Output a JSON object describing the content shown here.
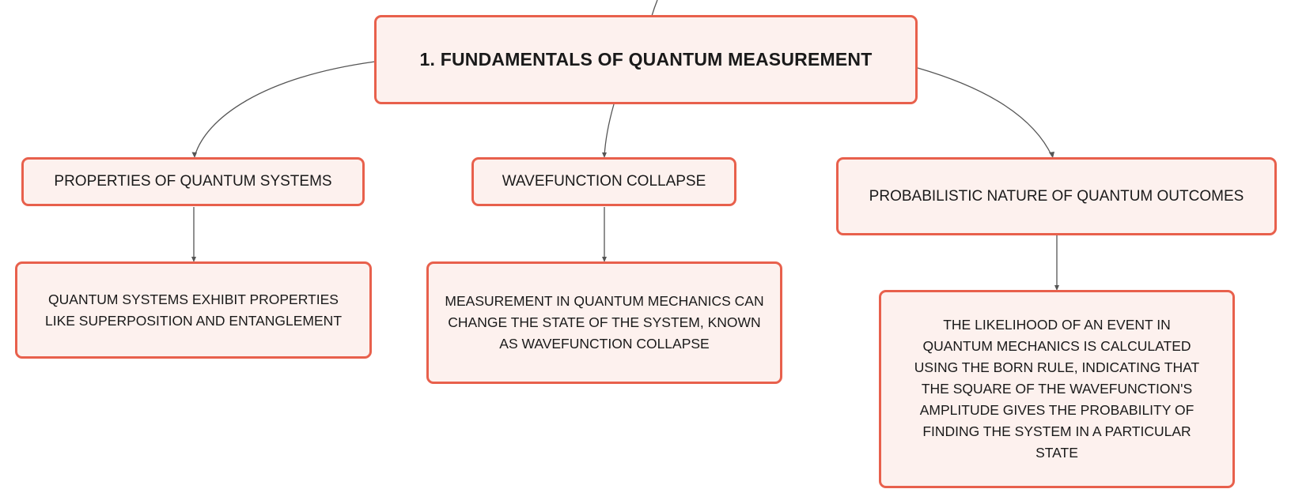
{
  "root": {
    "title": "1. FUNDAMENTALS OF QUANTUM MEASUREMENT"
  },
  "branches": [
    {
      "label": "PROPERTIES OF QUANTUM SYSTEMS",
      "detail": "QUANTUM SYSTEMS EXHIBIT PROPERTIES LIKE SUPERPOSITION AND ENTANGLEMENT"
    },
    {
      "label": "WAVEFUNCTION COLLAPSE",
      "detail": "MEASUREMENT IN QUANTUM MECHANICS CAN CHANGE THE STATE OF THE SYSTEM, KNOWN AS WAVEFUNCTION COLLAPSE"
    },
    {
      "label": "PROBABILISTIC NATURE OF QUANTUM OUTCOMES",
      "detail": "THE LIKELIHOOD OF AN EVENT IN QUANTUM MECHANICS IS CALCULATED USING THE BORN RULE, INDICATING THAT THE SQUARE OF THE WAVEFUNCTION'S AMPLITUDE GIVES THE PROBABILITY OF FINDING THE SYSTEM IN A PARTICULAR STATE"
    }
  ],
  "colors": {
    "node_border": "#e8604c",
    "node_fill": "#fdf1ee",
    "connector": "#555555",
    "text": "#1a1a1a"
  }
}
